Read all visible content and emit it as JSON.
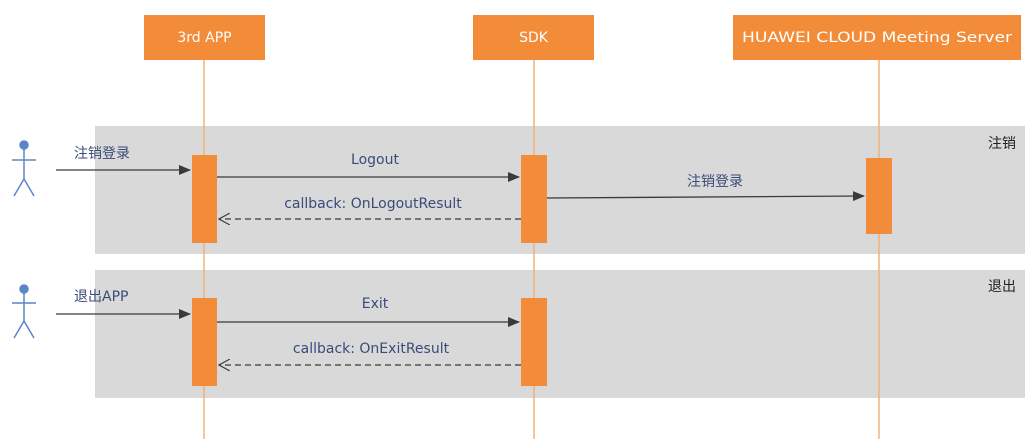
{
  "participants": [
    {
      "label": "3rd APP"
    },
    {
      "label": "SDK"
    },
    {
      "label": "HUAWEI CLOUD Meeting Server"
    }
  ],
  "groups": [
    {
      "label": "注销",
      "actor_message": "注销登录",
      "messages": [
        {
          "label": "Logout",
          "style": "solid"
        },
        {
          "label": "callback: OnLogoutResult",
          "style": "dashed"
        },
        {
          "label": "注销登录",
          "style": "solid"
        }
      ]
    },
    {
      "label": "退出",
      "actor_message": "退出APP",
      "messages": [
        {
          "label": "Exit",
          "style": "solid"
        },
        {
          "label": "callback: OnExitResult",
          "style": "dashed"
        }
      ]
    }
  ],
  "colors": {
    "participant_fill": "#f28c38",
    "lifeline": "#f5b078",
    "activation_fill": "#f28c38",
    "group_fill": "#d9d9d9",
    "actor": "#5b86c5",
    "arrow": "#3a3a3a",
    "message_text": "#3a4b7a"
  },
  "icons": {
    "actor": "stick-figure-icon"
  }
}
